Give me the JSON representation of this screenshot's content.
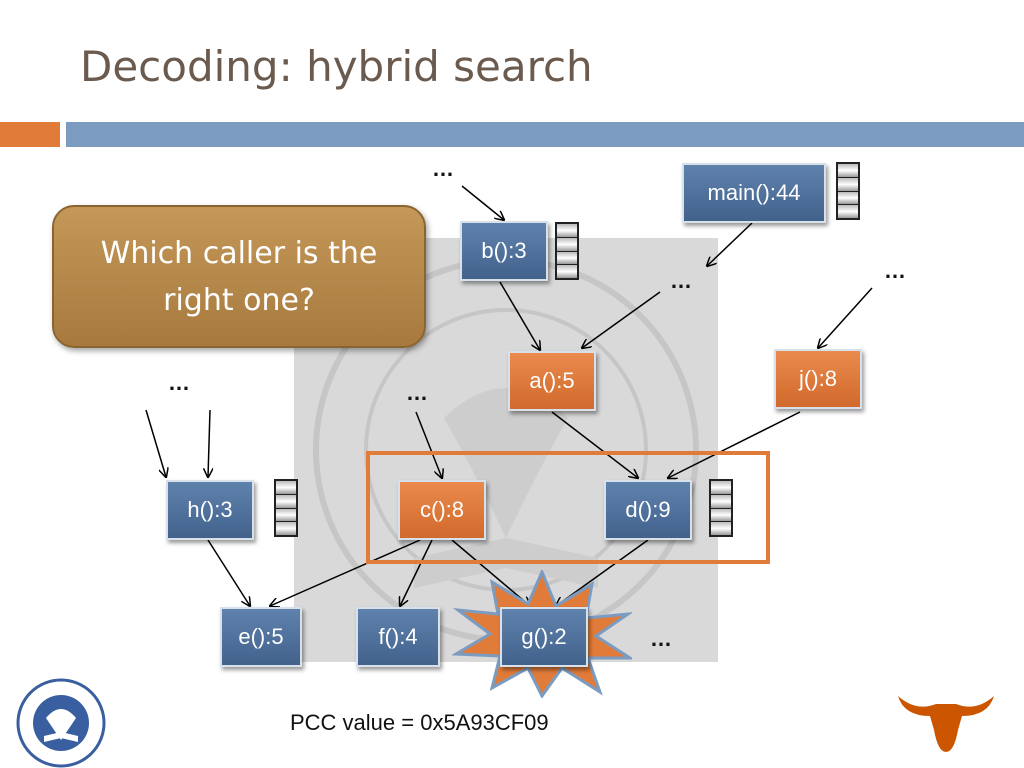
{
  "slide": {
    "title": "Decoding: hybrid search",
    "callout": "Which caller is the right one?",
    "pcc_text": "PCC value = 0x5A93CF09",
    "ellipsis": "…"
  },
  "nodes": {
    "main": "main():44",
    "b": "b():3",
    "a": "a():5",
    "j": "j():8",
    "h": "h():3",
    "c": "c():8",
    "d": "d():9",
    "e": "e():5",
    "f": "f():4",
    "g": "g():2"
  },
  "colors": {
    "accent_orange": "#e07b39",
    "accent_blue": "#7b9cc0",
    "node_blue": "#4f709a",
    "node_orange": "#e0793b",
    "callout": "#b68a4c",
    "title": "#6b5a4e"
  }
}
